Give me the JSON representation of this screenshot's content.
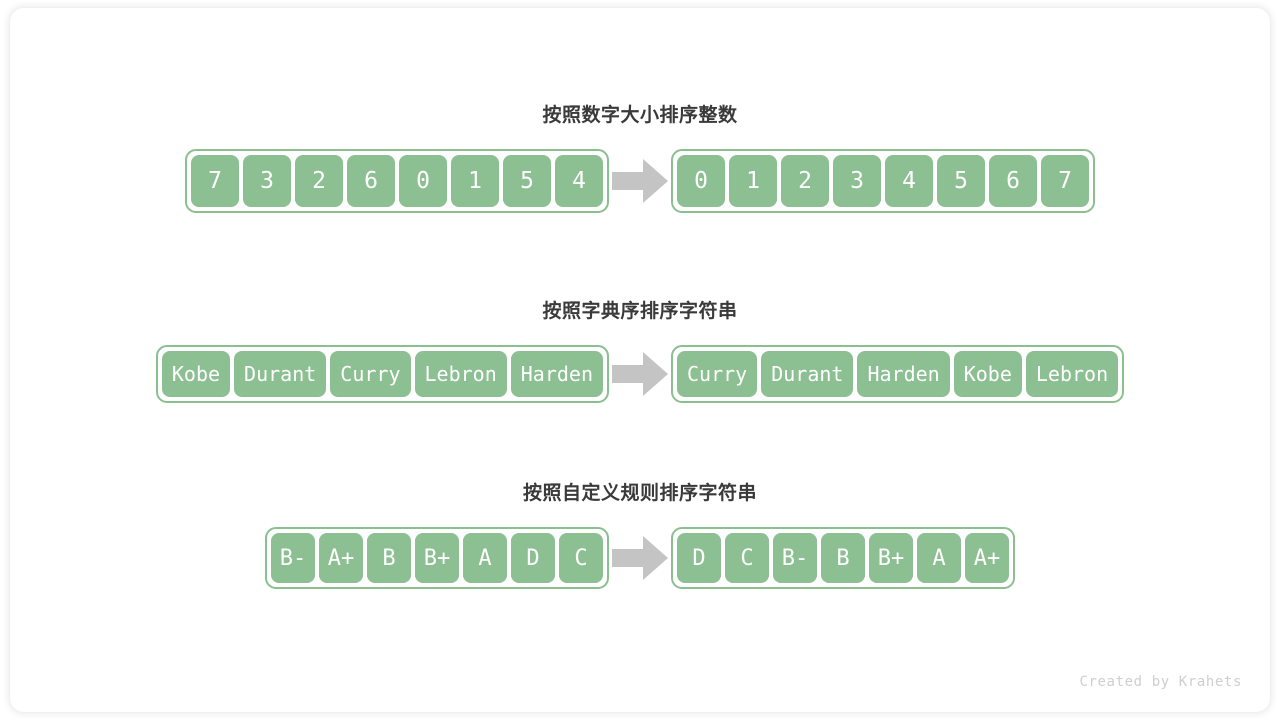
{
  "card": {
    "accent_green": "#8cbf92",
    "border_green": "#8bbf90",
    "arrow_gray": "#c4c4c4",
    "title_color": "#3a3a3a"
  },
  "sections": [
    {
      "title": "按照数字大小排序整数",
      "kind": "integers",
      "before": [
        "7",
        "3",
        "2",
        "6",
        "0",
        "1",
        "5",
        "4"
      ],
      "after": [
        "0",
        "1",
        "2",
        "3",
        "4",
        "5",
        "6",
        "7"
      ],
      "arrow": "right-arrow-icon"
    },
    {
      "title": "按照字典序排序字符串",
      "kind": "strings-lexicographic",
      "before": [
        "Kobe",
        "Durant",
        "Curry",
        "Lebron",
        "Harden"
      ],
      "after": [
        "Curry",
        "Durant",
        "Harden",
        "Kobe",
        "Lebron"
      ],
      "arrow": "right-arrow-icon"
    },
    {
      "title": "按照自定义规则排序字符串",
      "kind": "strings-custom-rule",
      "before": [
        "B-",
        "A+",
        "B",
        "B+",
        "A",
        "D",
        "C"
      ],
      "after": [
        "D",
        "C",
        "B-",
        "B",
        "B+",
        "A",
        "A+"
      ],
      "arrow": "right-arrow-icon"
    }
  ],
  "footer": {
    "credit": "Created by Krahets"
  }
}
